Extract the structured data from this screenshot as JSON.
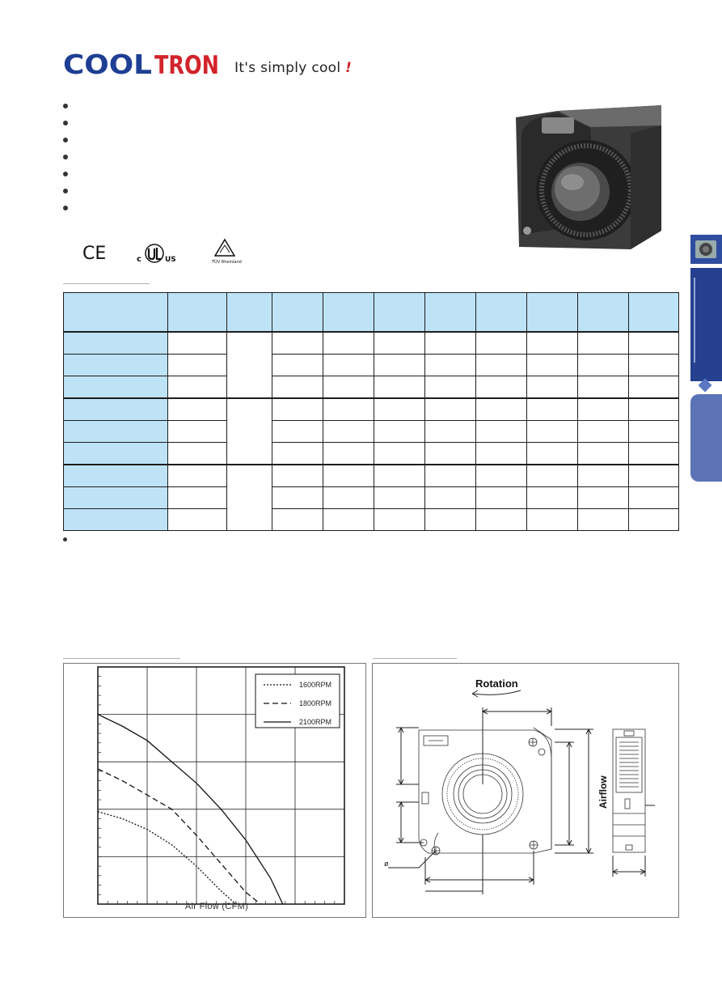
{
  "brand": {
    "name": "COOLTRON",
    "name_blue": "COOL",
    "name_red": "TRON",
    "tagline": "It's simply cool",
    "tagline_mark": "!"
  },
  "certifications": {
    "ce": "CE",
    "ul_prefix": "c",
    "ul_suffix": "US",
    "tuv": "TÜV Rheinland"
  },
  "performance_chart": {
    "xlabel": "Air Flow (CFM)",
    "legend": [
      "1600RPM",
      "1800RPM",
      "2100RPM"
    ]
  },
  "chart_data": {
    "type": "line",
    "title": "",
    "xlabel": "Air Flow (CFM)",
    "ylabel": "",
    "xlim": [
      0,
      10
    ],
    "ylim": [
      0,
      10
    ],
    "grid": true,
    "legend_position": "top-right",
    "series": [
      {
        "name": "1600RPM",
        "style": "dotted",
        "x": [
          0,
          1,
          2,
          3,
          4,
          5,
          5.6
        ],
        "y": [
          3.9,
          3.6,
          3.15,
          2.5,
          1.6,
          0.55,
          0
        ]
      },
      {
        "name": "1800RPM",
        "style": "dashed",
        "x": [
          0,
          1,
          2,
          3,
          4,
          5,
          6,
          6.6
        ],
        "y": [
          5.7,
          5.2,
          4.6,
          4.0,
          2.9,
          1.7,
          0.5,
          0
        ]
      },
      {
        "name": "2100RPM",
        "style": "solid",
        "x": [
          0,
          1,
          2,
          3,
          4,
          5,
          6,
          7,
          7.5
        ],
        "y": [
          8.0,
          7.5,
          6.9,
          6.0,
          5.1,
          4.0,
          2.7,
          1.1,
          0
        ]
      }
    ]
  },
  "dimension_drawing": {
    "rotation_label": "Rotation",
    "airflow_label": "Airflow",
    "hole_symbol": "ø"
  },
  "colors": {
    "brand_blue": "#1e3f94",
    "brand_red": "#d2232a",
    "table_header": "#bfe3f6",
    "side_tab": "#25408f"
  }
}
